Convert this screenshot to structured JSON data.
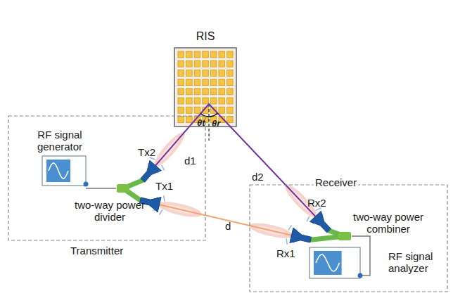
{
  "diagram": {
    "nodes": [
      {
        "text": [
          "Transmitter"
        ]
      },
      {
        "text": [
          "RIS"
        ]
      },
      {
        "text": [
          "Receiver"
        ]
      },
      {
        "text": [
          "RF signal generator"
        ],
        "in": 0
      },
      {
        "text": [
          "RF signal analyzer"
        ],
        "in": 2
      }
    ],
    "labels": [
      "θt",
      "θr",
      "d1",
      "Tx2",
      "Tx1",
      "two-way power divider",
      "d",
      "d2",
      "Rx2",
      "two-way power combiner",
      "Rx1"
    ]
  }
}
